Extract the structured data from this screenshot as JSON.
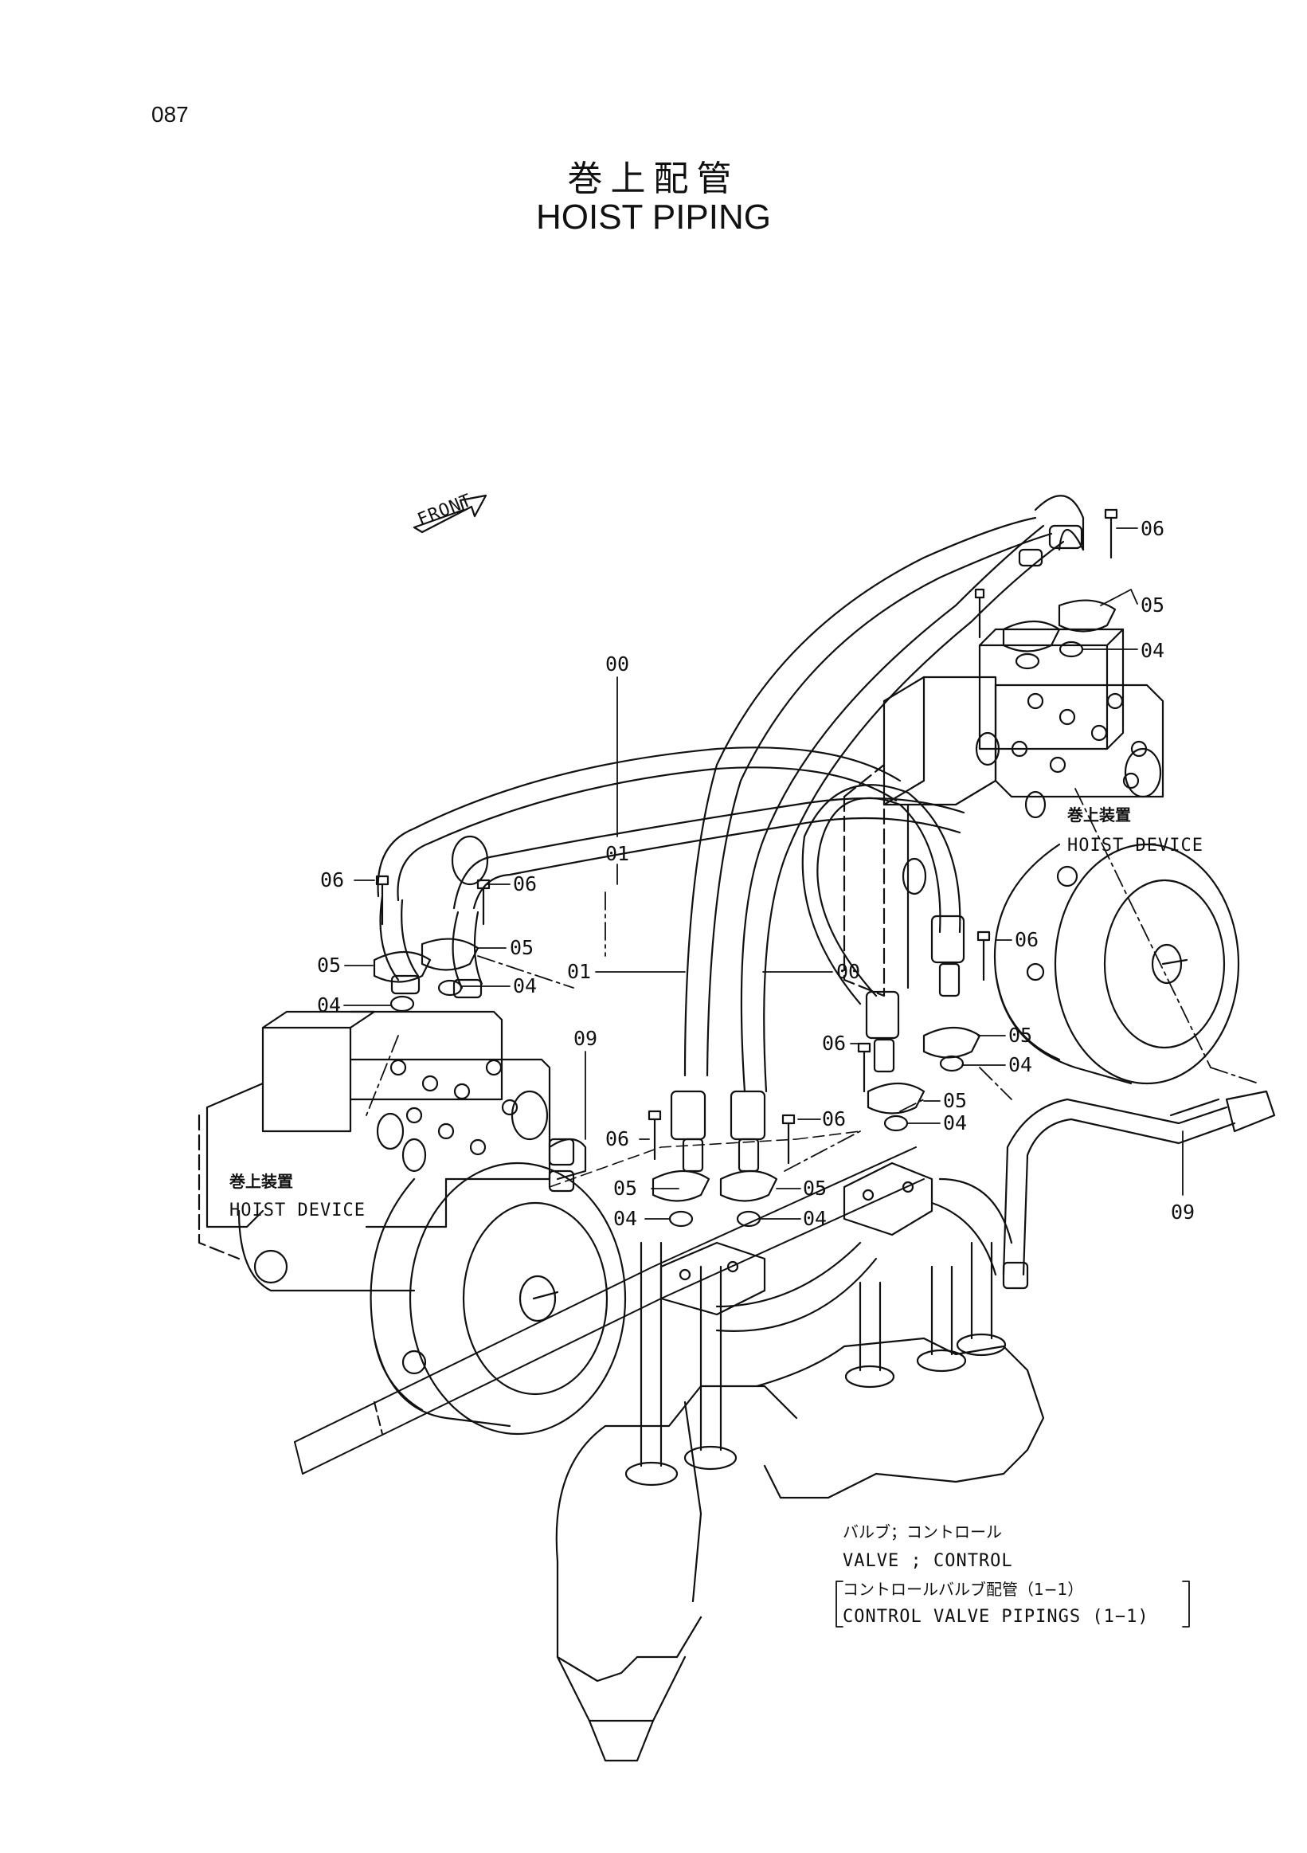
{
  "page_number": "087",
  "title_jp": "巻上配管",
  "title_en": "HOIST PIPING",
  "front_label": "FRONT",
  "callouts": {
    "c00a": "00",
    "c00b": "00",
    "c01a": "01",
    "c01b": "01",
    "c04a": "04",
    "c04b": "04",
    "c04c": "04",
    "c04d": "04",
    "c04e": "04",
    "c04f": "04",
    "c04g": "04",
    "c05a": "05",
    "c05b": "05",
    "c05c": "05",
    "c05d": "05",
    "c05e": "05",
    "c05f": "05",
    "c05g": "05",
    "c06a": "06",
    "c06b": "06",
    "c06c": "06",
    "c06d": "06",
    "c06e": "06",
    "c06f": "06",
    "c09a": "09",
    "c09b": "09"
  },
  "labels": {
    "hoist_device_right_jp": "巻上装置",
    "hoist_device_right_en": "HOIST DEVICE",
    "hoist_device_left_jp": "巻上装置",
    "hoist_device_left_en": "HOIST DEVICE",
    "valve_jp": "バルブ；コントロール",
    "valve_en": "VALVE ; CONTROL",
    "pipings_jp": "コントロールバルブ配管（1−1）",
    "pipings_en": "CONTROL VALVE PIPINGS (1−1)"
  }
}
